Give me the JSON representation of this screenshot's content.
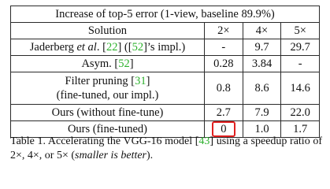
{
  "table": {
    "title": "Increase of top-5 error (1-view, baseline 89.9%)",
    "headers": [
      "Solution",
      "2×",
      "4×",
      "5×"
    ],
    "rows": [
      {
        "solution_pre": "Jaderberg ",
        "solution_etal": "et al",
        "solution_mid": ". [",
        "solution_ref1": "22",
        "solution_mid2": "] ([",
        "solution_ref2": "52",
        "solution_post": "]’s impl.)",
        "values": [
          "-",
          "9.7",
          "29.7"
        ]
      },
      {
        "solution_pre": "Asym. [",
        "solution_ref1": "52",
        "solution_post": "]",
        "values": [
          "0.28",
          "3.84",
          "-"
        ]
      },
      {
        "solution_line1_pre": "Filter pruning [",
        "solution_ref1": "31",
        "solution_line1_post": "]",
        "solution_line2": "(fine-tuned, our impl.)",
        "values": [
          "0.8",
          "8.6",
          "14.6"
        ]
      },
      {
        "solution": "Ours (without fine-tune)",
        "values": [
          "2.7",
          "7.9",
          "22.0"
        ]
      },
      {
        "solution": "Ours (fine-tuned)",
        "values": [
          "0",
          "1.0",
          "1.7"
        ]
      }
    ]
  },
  "caption": {
    "part1": "Table 1. Accelerating the VGG-16 model [",
    "ref": "43",
    "part2": "] using a speedup ratio of 2×, 4×, or 5× (",
    "italic": "smaller is better",
    "part3": ")."
  },
  "colors": {
    "reference_link": "#2db12d",
    "highlight_box": "#e02020"
  }
}
